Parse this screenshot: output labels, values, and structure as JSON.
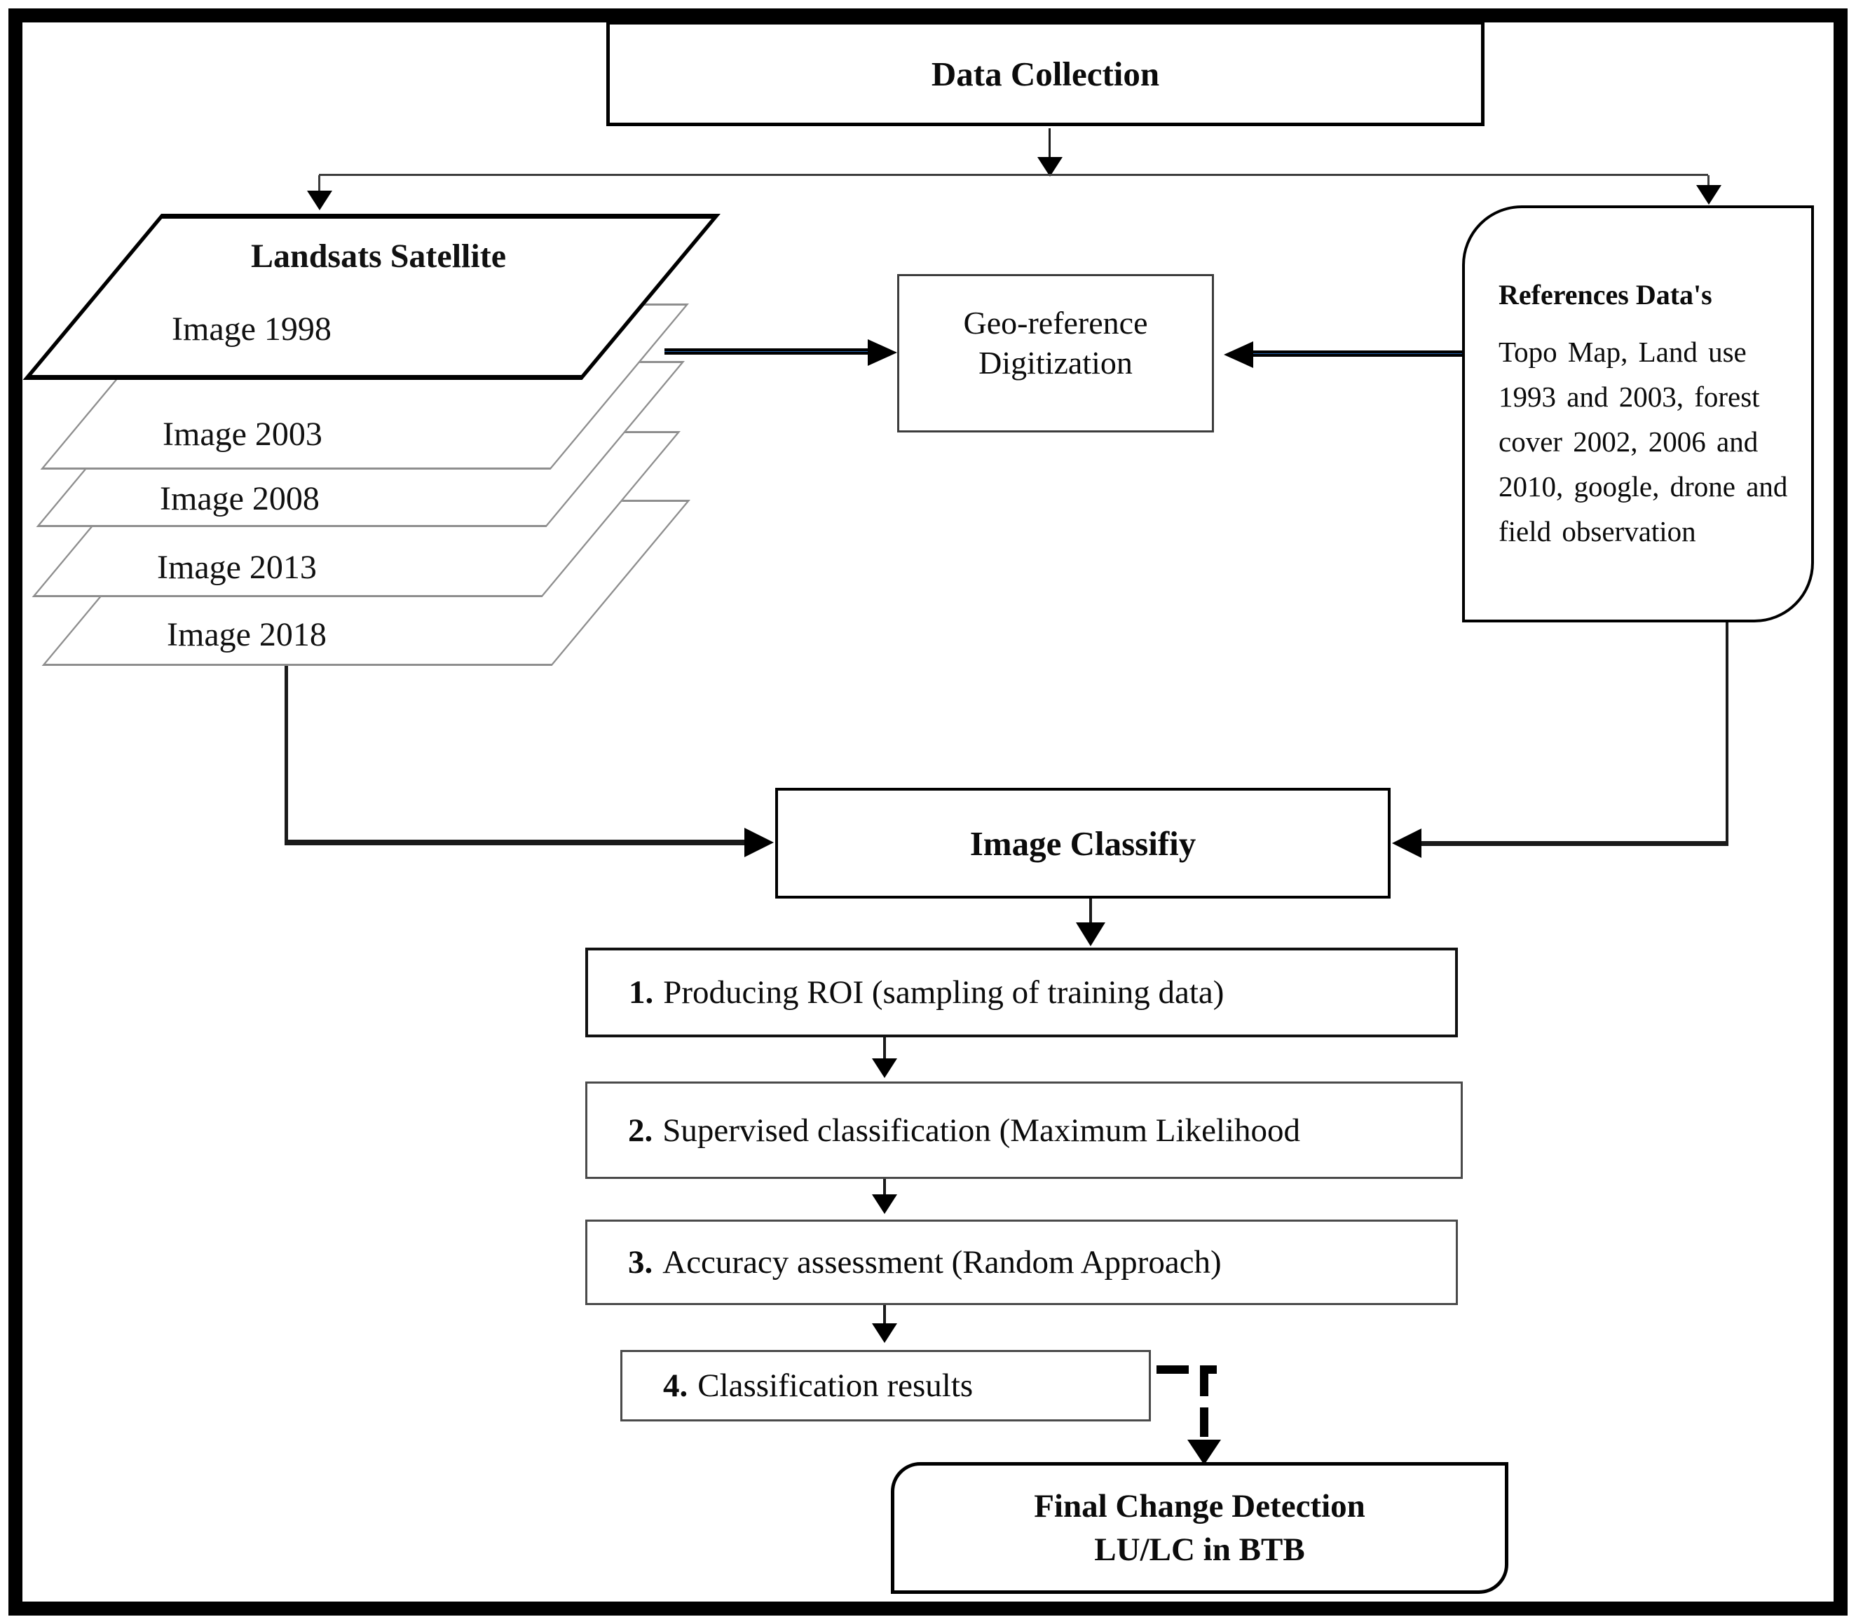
{
  "colors": {
    "arrow_blue": "#2565B0",
    "layer_border_gray": "#8E8E8E"
  },
  "data_collection": {
    "label": "Data Collection"
  },
  "landsat": {
    "title": "Landsats Satellite",
    "layers": [
      "Image 1998",
      "Image 2003",
      "Image 2008",
      "Image 2013",
      "Image 2018"
    ]
  },
  "georeference": {
    "line1": "Geo-reference",
    "line2": "Digitization"
  },
  "references": {
    "title": "References Data's",
    "body_lines": [
      "Topo Map, Land use",
      "1993 and 2003, forest",
      "cover 2002, 2006 and",
      "2010, google, drone and",
      "field observation"
    ]
  },
  "image_classify": {
    "label": "Image Classifiy"
  },
  "steps": [
    {
      "num": "1.",
      "text": "Producing ROI (sampling of training data)"
    },
    {
      "num": "2.",
      "text": "Supervised classification (Maximum Likelihood"
    },
    {
      "num": "3.",
      "text": "Accuracy assessment (Random Approach)"
    },
    {
      "num": "4.",
      "text": "Classification results"
    }
  ],
  "final": {
    "line1": "Final Change Detection",
    "line2": "LU/LC in BTB"
  }
}
